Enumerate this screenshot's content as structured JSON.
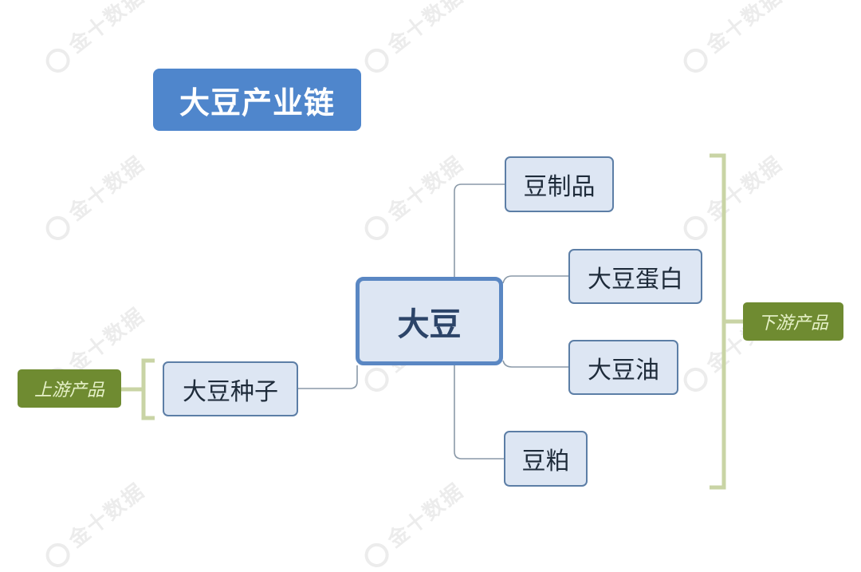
{
  "title": "大豆产业链",
  "center_node": {
    "label": "大豆"
  },
  "upstream": {
    "tag": "上游产品",
    "nodes": [
      {
        "label": "大豆种子"
      }
    ]
  },
  "downstream": {
    "tag": "下游产品",
    "nodes": [
      {
        "label": "豆制品"
      },
      {
        "label": "大豆蛋白"
      },
      {
        "label": "大豆油"
      },
      {
        "label": "豆粕"
      }
    ]
  },
  "watermark": {
    "text": "金十数据",
    "icon": "search-ring-icon"
  },
  "colors": {
    "title_bg": "#4f86cc",
    "node_bg": "#dde6f3",
    "node_border": "#5c7ea6",
    "center_border": "#5a87c3",
    "tag_bg": "#6f8b31",
    "bracket": "#c9d4a5",
    "connector": "#8a99a8"
  }
}
